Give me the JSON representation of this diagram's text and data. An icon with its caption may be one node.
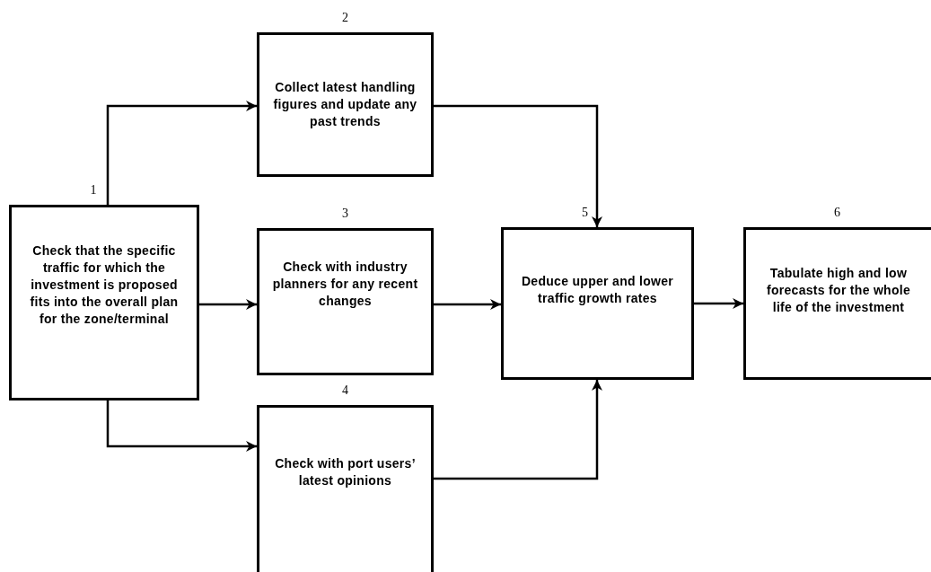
{
  "diagram": {
    "nodes": [
      {
        "text": [
          "Check that the specific traffic for which the investment is proposed fits into the overall plan for the zone/terminal"
        ],
        "beside": [
          "1"
        ]
      },
      {
        "text": [
          "Collect latest handling figures and update any past trends"
        ],
        "beside": [
          "2"
        ]
      },
      {
        "text": [
          "Check with industry planners for any recent changes"
        ],
        "beside": [
          "3"
        ]
      },
      {
        "text": [
          "Check with port users’ latest opinions"
        ],
        "beside": [
          "4"
        ]
      },
      {
        "text": [
          "Deduce upper and lower traffic growth rates"
        ],
        "beside": [
          "5"
        ]
      },
      {
        "text": [
          "Tabulate high and low forecasts for the whole life of the investment"
        ],
        "beside": [
          "6"
        ]
      }
    ],
    "edges": [
      {
        "from": 0,
        "to": 1,
        "arrow": "to"
      },
      {
        "from": 0,
        "to": 2,
        "arrow": "to"
      },
      {
        "from": 0,
        "to": 3,
        "arrow": "to"
      },
      {
        "from": 1,
        "to": 4,
        "arrow": "to"
      },
      {
        "from": 2,
        "to": 4,
        "arrow": "to"
      },
      {
        "from": 3,
        "to": 4,
        "arrow": "to"
      },
      {
        "from": 4,
        "to": 5,
        "arrow": "to"
      }
    ]
  }
}
